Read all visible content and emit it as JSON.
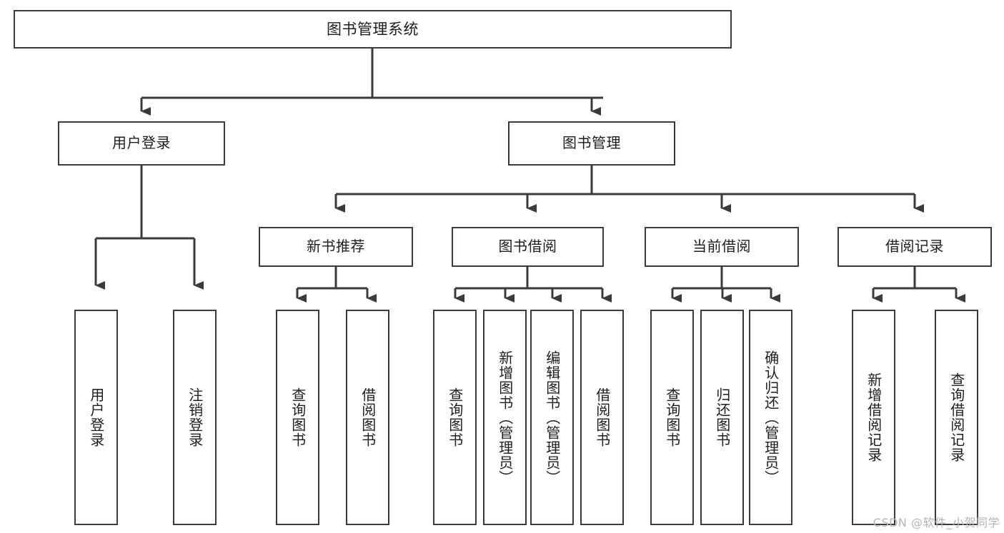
{
  "diagram": {
    "title": "图书管理系统",
    "type": "tree",
    "root": {
      "id": "root",
      "label": "图书管理系统"
    },
    "level2": [
      {
        "id": "user-login",
        "label": "用户登录"
      },
      {
        "id": "book-manage",
        "label": "图书管理"
      }
    ],
    "level3": [
      {
        "id": "new-book-rec",
        "label": "新书推荐",
        "parent": "book-manage"
      },
      {
        "id": "book-borrow",
        "label": "图书借阅",
        "parent": "book-manage"
      },
      {
        "id": "current-borrow",
        "label": "当前借阅",
        "parent": "book-manage"
      },
      {
        "id": "borrow-record",
        "label": "借阅记录",
        "parent": "book-manage"
      }
    ],
    "leaves": [
      {
        "id": "leaf-user-login",
        "label": "用户登录",
        "parent": "user-login"
      },
      {
        "id": "leaf-user-logout",
        "label": "注销登录",
        "parent": "user-login"
      },
      {
        "id": "leaf-rec-query",
        "label": "查询图书",
        "parent": "new-book-rec"
      },
      {
        "id": "leaf-rec-borrow",
        "label": "借阅图书",
        "parent": "new-book-rec"
      },
      {
        "id": "leaf-bb-query",
        "label": "查询图书",
        "parent": "book-borrow"
      },
      {
        "id": "leaf-bb-add",
        "label": "新增图书（管理员）",
        "parent": "book-borrow"
      },
      {
        "id": "leaf-bb-edit",
        "label": "编辑图书（管理员）",
        "parent": "book-borrow"
      },
      {
        "id": "leaf-bb-borrow",
        "label": "借阅图书",
        "parent": "book-borrow"
      },
      {
        "id": "leaf-cb-query",
        "label": "查询图书",
        "parent": "current-borrow"
      },
      {
        "id": "leaf-cb-return",
        "label": "归还图书",
        "parent": "current-borrow"
      },
      {
        "id": "leaf-cb-confirm",
        "label": "确认归还（管理员）",
        "parent": "current-borrow"
      },
      {
        "id": "leaf-br-add",
        "label": "新增借阅记录",
        "parent": "borrow-record"
      },
      {
        "id": "leaf-br-query",
        "label": "查询借阅记录",
        "parent": "borrow-record"
      }
    ]
  },
  "watermark": {
    "text": "CSDN @软件_小贺同学"
  },
  "colors": {
    "stroke": "#3b3b3b",
    "background": "#ffffff",
    "text": "#1d1d1d",
    "watermark": "#b4b4b4"
  }
}
